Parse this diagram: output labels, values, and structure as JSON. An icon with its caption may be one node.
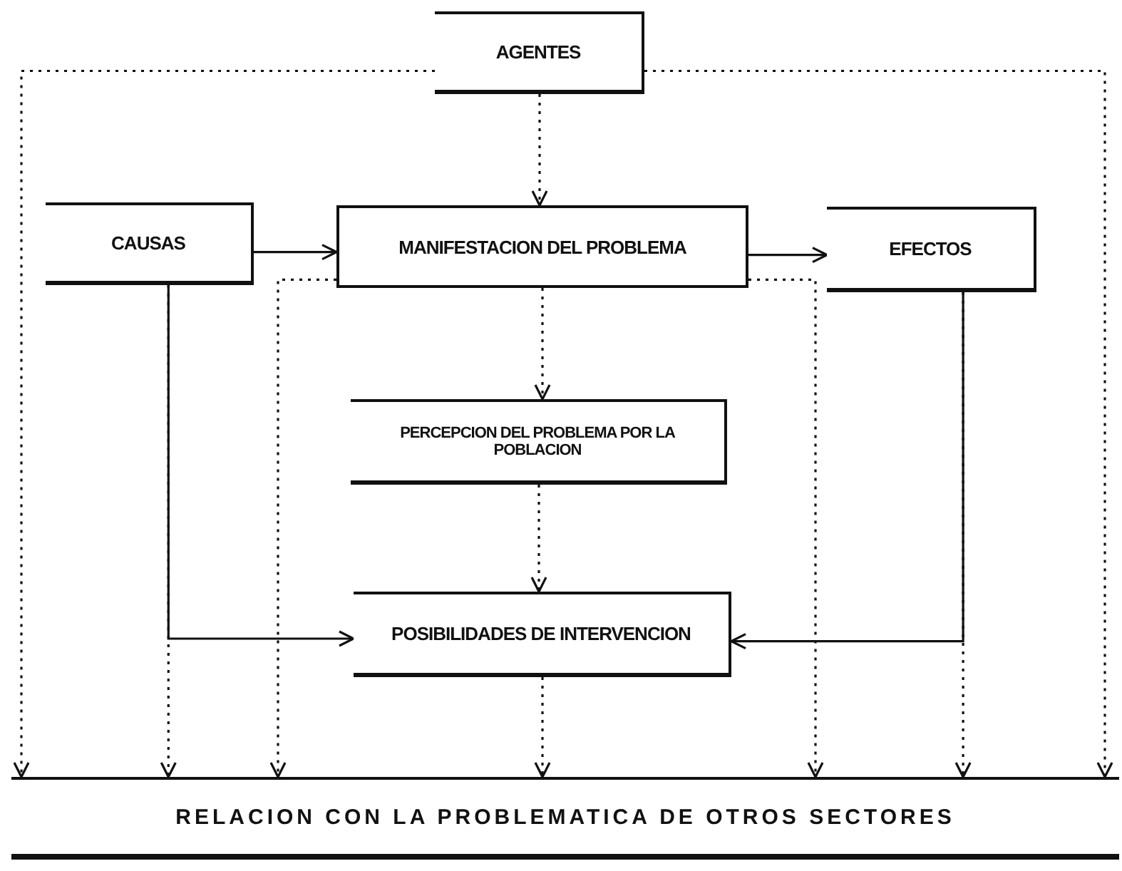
{
  "diagram": {
    "nodes": [
      {
        "text": [
          "AGENTES"
        ]
      },
      {
        "text": [
          "CAUSAS"
        ]
      },
      {
        "text": [
          "MANIFESTACION DEL PROBLEMA"
        ]
      },
      {
        "text": [
          "EFECTOS"
        ]
      },
      {
        "text": [
          "PERCEPCION DEL PROBLEMA POR LA POBLACION"
        ]
      },
      {
        "text": [
          "POSIBILIDADES DE INTERVENCION"
        ]
      },
      {
        "text": [
          "RELACION CON LA PROBLEMATICA DE OTROS SECTORES"
        ]
      }
    ],
    "edges": [
      {
        "from": 0,
        "to": 2,
        "arrow": "to",
        "style": "dashed"
      },
      {
        "from": 1,
        "to": 2,
        "arrow": "to"
      },
      {
        "from": 2,
        "to": 3,
        "arrow": "to"
      },
      {
        "from": 2,
        "to": 4,
        "arrow": "to",
        "style": "dashed"
      },
      {
        "from": 4,
        "to": 5,
        "arrow": "to",
        "style": "dashed"
      },
      {
        "from": 1,
        "to": 5,
        "arrow": "to"
      },
      {
        "from": 3,
        "to": 5,
        "arrow": "to"
      },
      {
        "from": 0,
        "to": 6,
        "arrow": "to",
        "style": "dashed"
      },
      {
        "from": 1,
        "to": 6,
        "arrow": "to",
        "style": "dashed"
      },
      {
        "from": 2,
        "to": 6,
        "arrow": "to",
        "style": "dashed"
      },
      {
        "from": 5,
        "to": 6,
        "arrow": "to",
        "style": "dashed"
      },
      {
        "from": 2,
        "to": 6,
        "arrow": "to",
        "style": "dashed"
      },
      {
        "from": 3,
        "to": 6,
        "arrow": "to",
        "style": "dashed"
      },
      {
        "from": 0,
        "to": 6,
        "arrow": "to",
        "style": "dashed"
      }
    ]
  }
}
